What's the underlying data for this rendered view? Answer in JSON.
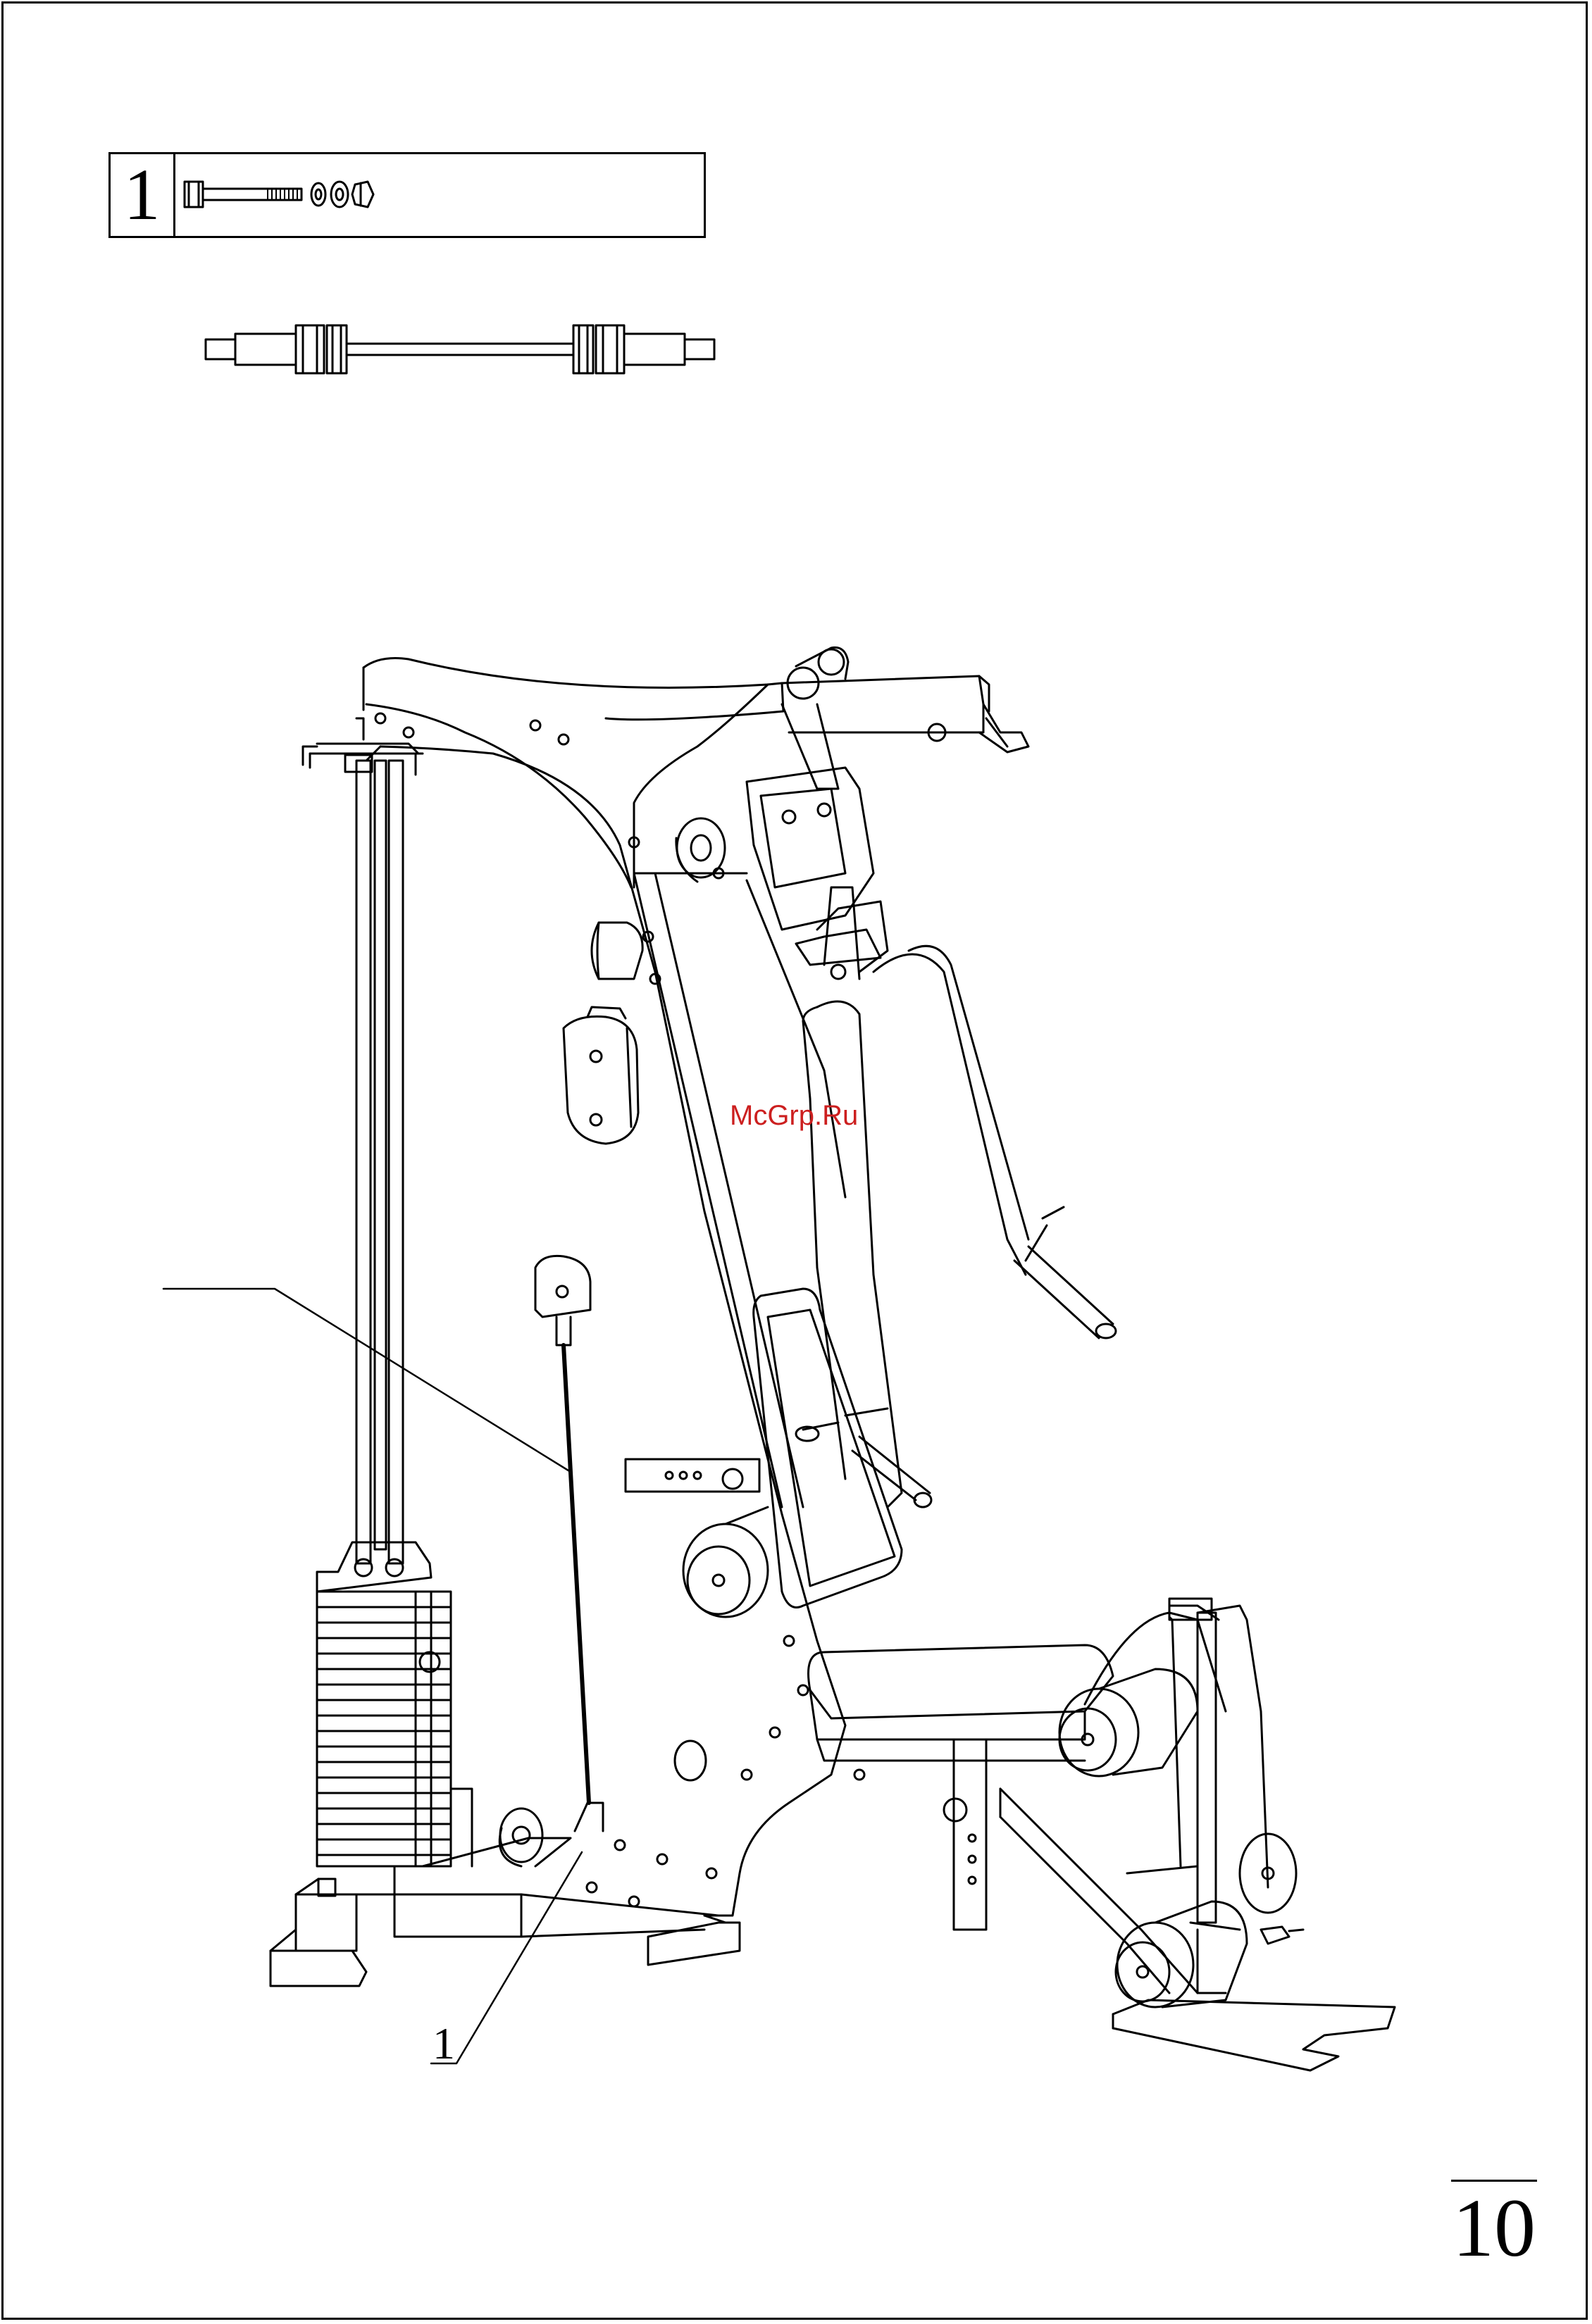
{
  "parts_list": {
    "item_number": "1"
  },
  "callouts": {
    "part_label": "1"
  },
  "watermark": "McGrp.Ru",
  "page_number": "10",
  "colors": {
    "line": "#000000",
    "watermark": "#cc1f1f"
  }
}
